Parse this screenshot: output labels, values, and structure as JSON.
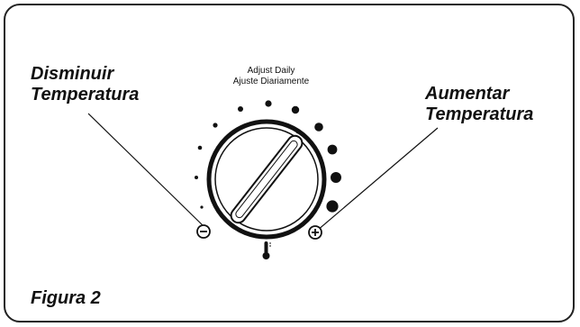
{
  "labels": {
    "decrease": [
      "Disminuir",
      "Temperatura"
    ],
    "increase": [
      "Aumentar",
      "Temperatura"
    ],
    "adjust_en": "Adjust Daily",
    "adjust_es": "Ajuste Diariamente",
    "figure": "Figura 2"
  },
  "icons": {
    "minus": "minus-circle-icon",
    "plus": "plus-circle-icon",
    "thermometer": "thermometer-icon"
  },
  "colors": {
    "ink": "#111111",
    "background": "#ffffff"
  }
}
